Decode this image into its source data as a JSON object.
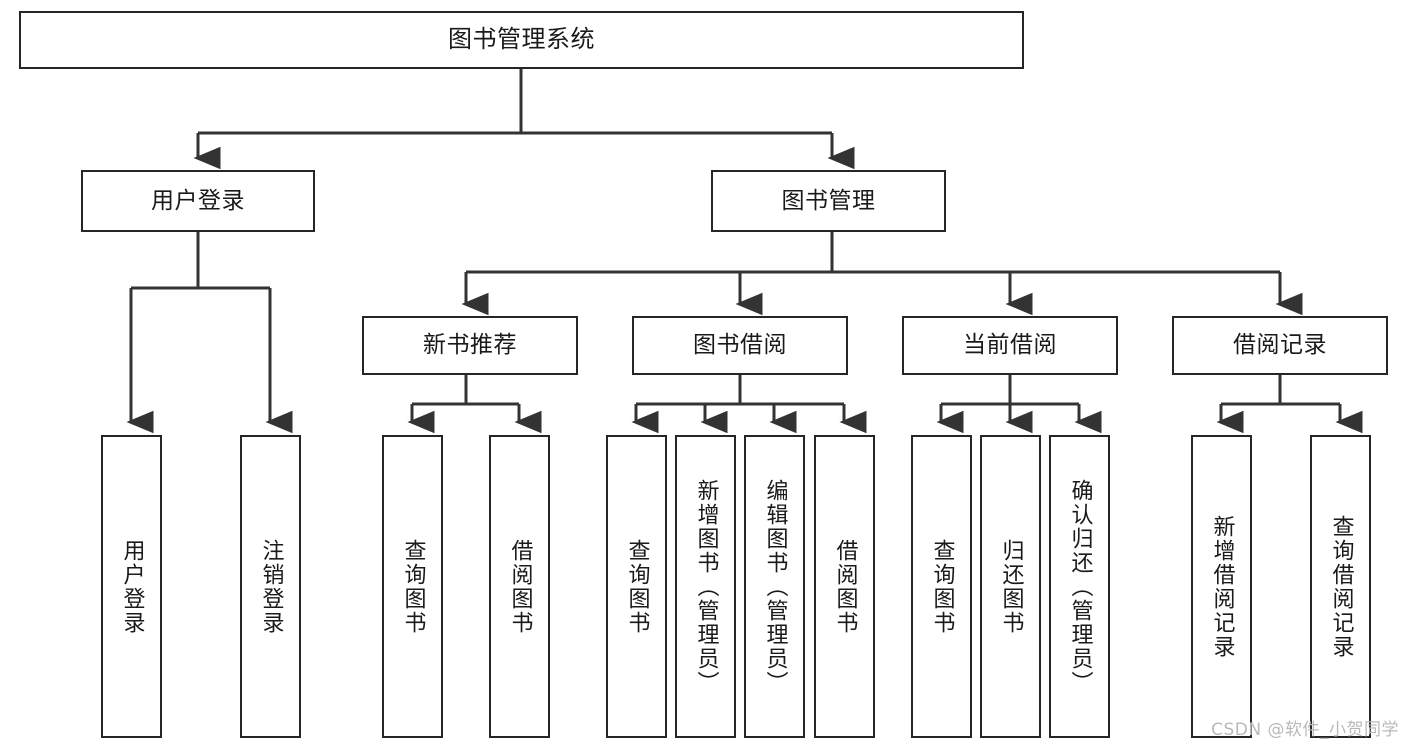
{
  "diagram": {
    "type": "tree",
    "title": "图书管理系统",
    "root": {
      "label": "图书管理系统"
    },
    "level2": [
      {
        "label": "用户登录"
      },
      {
        "label": "图书管理"
      }
    ],
    "level3": [
      {
        "label": "新书推荐"
      },
      {
        "label": "图书借阅"
      },
      {
        "label": "当前借阅"
      },
      {
        "label": "借阅记录"
      }
    ],
    "leaves": [
      {
        "label": "用户登录"
      },
      {
        "label": "注销登录"
      },
      {
        "label": "查询图书"
      },
      {
        "label": "借阅图书"
      },
      {
        "label": "查询图书"
      },
      {
        "label": "新增图书（管理员）"
      },
      {
        "label": "编辑图书（管理员）"
      },
      {
        "label": "借阅图书"
      },
      {
        "label": "查询图书"
      },
      {
        "label": "归还图书"
      },
      {
        "label": "确认归还（管理员）"
      },
      {
        "label": "新增借阅记录"
      },
      {
        "label": "查询借阅记录"
      }
    ],
    "watermark": "CSDN @软件_小贺同学",
    "colors": {
      "border": "#262626",
      "text": "#1a1a1a",
      "background": "#ffffff",
      "connector": "#333333",
      "watermark": "#b9b9b9"
    }
  }
}
